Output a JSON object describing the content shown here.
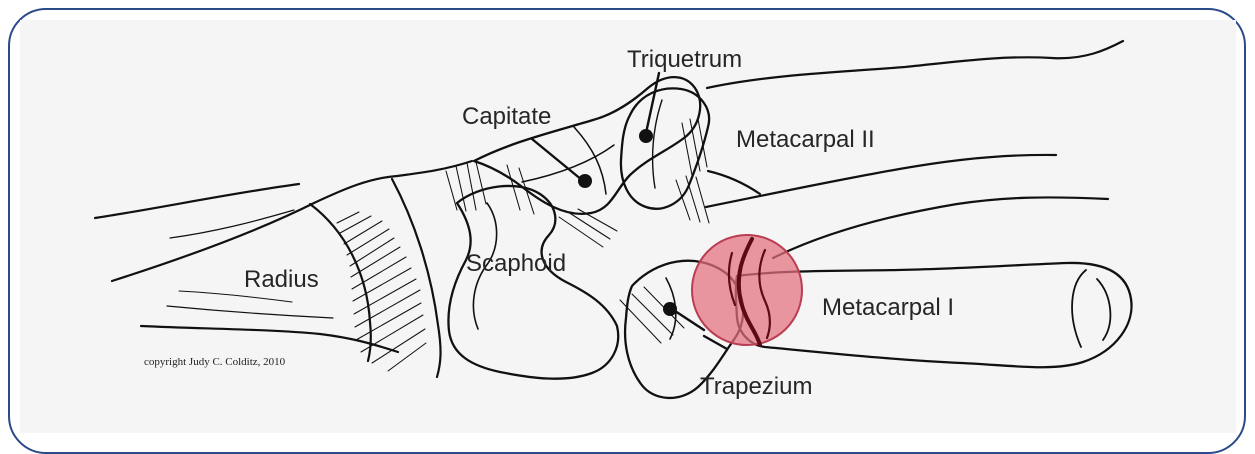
{
  "diagram": {
    "labels": {
      "triquetrum": "Triquetrum",
      "capitate": "Capitate",
      "metacarpal_ii": "Metacarpal II",
      "radius": "Radius",
      "scaphoid": "Scaphoid",
      "metacarpal_i": "Metacarpal I",
      "trapezium": "Trapezium"
    },
    "copyright": "copyright Judy C. Colditz, 2010",
    "colors": {
      "frame_border": "#2b4a8a",
      "background": "#f5f5f5",
      "line_art": "#111111",
      "highlight": "#e5707f"
    },
    "highlight_region": "trapeziometacarpal-joint"
  }
}
